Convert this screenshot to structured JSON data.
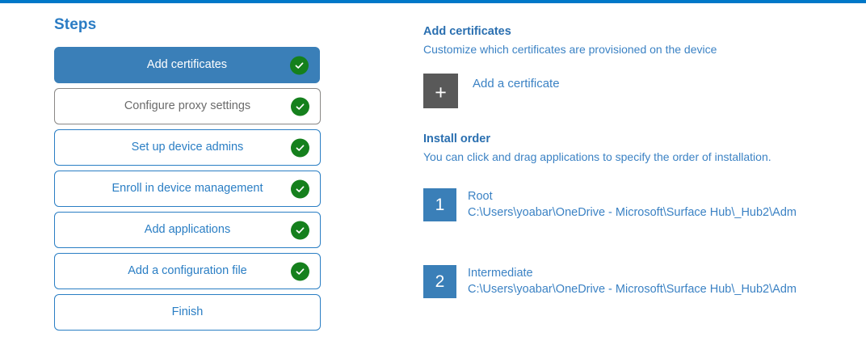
{
  "theme": {
    "accent_bar_color": "#0078c8",
    "primary_blue": "#3a7fb8",
    "link_blue": "#3b82c4",
    "heading_blue": "#2a6fb0",
    "check_green": "#15801d",
    "tile_gray": "#595959",
    "muted_border": "#8a8886"
  },
  "steps_pane": {
    "title": "Steps",
    "items": [
      {
        "label": "Add certificates",
        "state": "selected",
        "completed": true,
        "check_icon": "check-circle-icon"
      },
      {
        "label": "Configure proxy settings",
        "state": "muted",
        "completed": true,
        "check_icon": "check-circle-icon"
      },
      {
        "label": "Set up device admins",
        "state": "default",
        "completed": true,
        "check_icon": "check-circle-icon"
      },
      {
        "label": "Enroll in device management",
        "state": "default",
        "completed": true,
        "check_icon": "check-circle-icon"
      },
      {
        "label": "Add applications",
        "state": "default",
        "completed": true,
        "check_icon": "check-circle-icon"
      },
      {
        "label": "Add a configuration file",
        "state": "default",
        "completed": true,
        "check_icon": "check-circle-icon"
      },
      {
        "label": "Finish",
        "state": "default",
        "completed": false,
        "check_icon": null
      }
    ]
  },
  "detail_pane": {
    "heading": "Add certificates",
    "subheading": "Customize which certificates are provisioned on the device",
    "add_certificate": {
      "icon": "plus-icon",
      "plus_glyph": "+",
      "label": "Add a certificate"
    },
    "install_order": {
      "heading": "Install order",
      "subheading": "You can click and drag applications to specify the order of installation.",
      "items": [
        {
          "number": "1",
          "name": "Root",
          "path": "C:\\Users\\yoabar\\OneDrive - Microsoft\\Surface Hub\\_Hub2\\Adm"
        },
        {
          "number": "2",
          "name": "Intermediate",
          "path": "C:\\Users\\yoabar\\OneDrive - Microsoft\\Surface Hub\\_Hub2\\Adm"
        }
      ]
    }
  }
}
